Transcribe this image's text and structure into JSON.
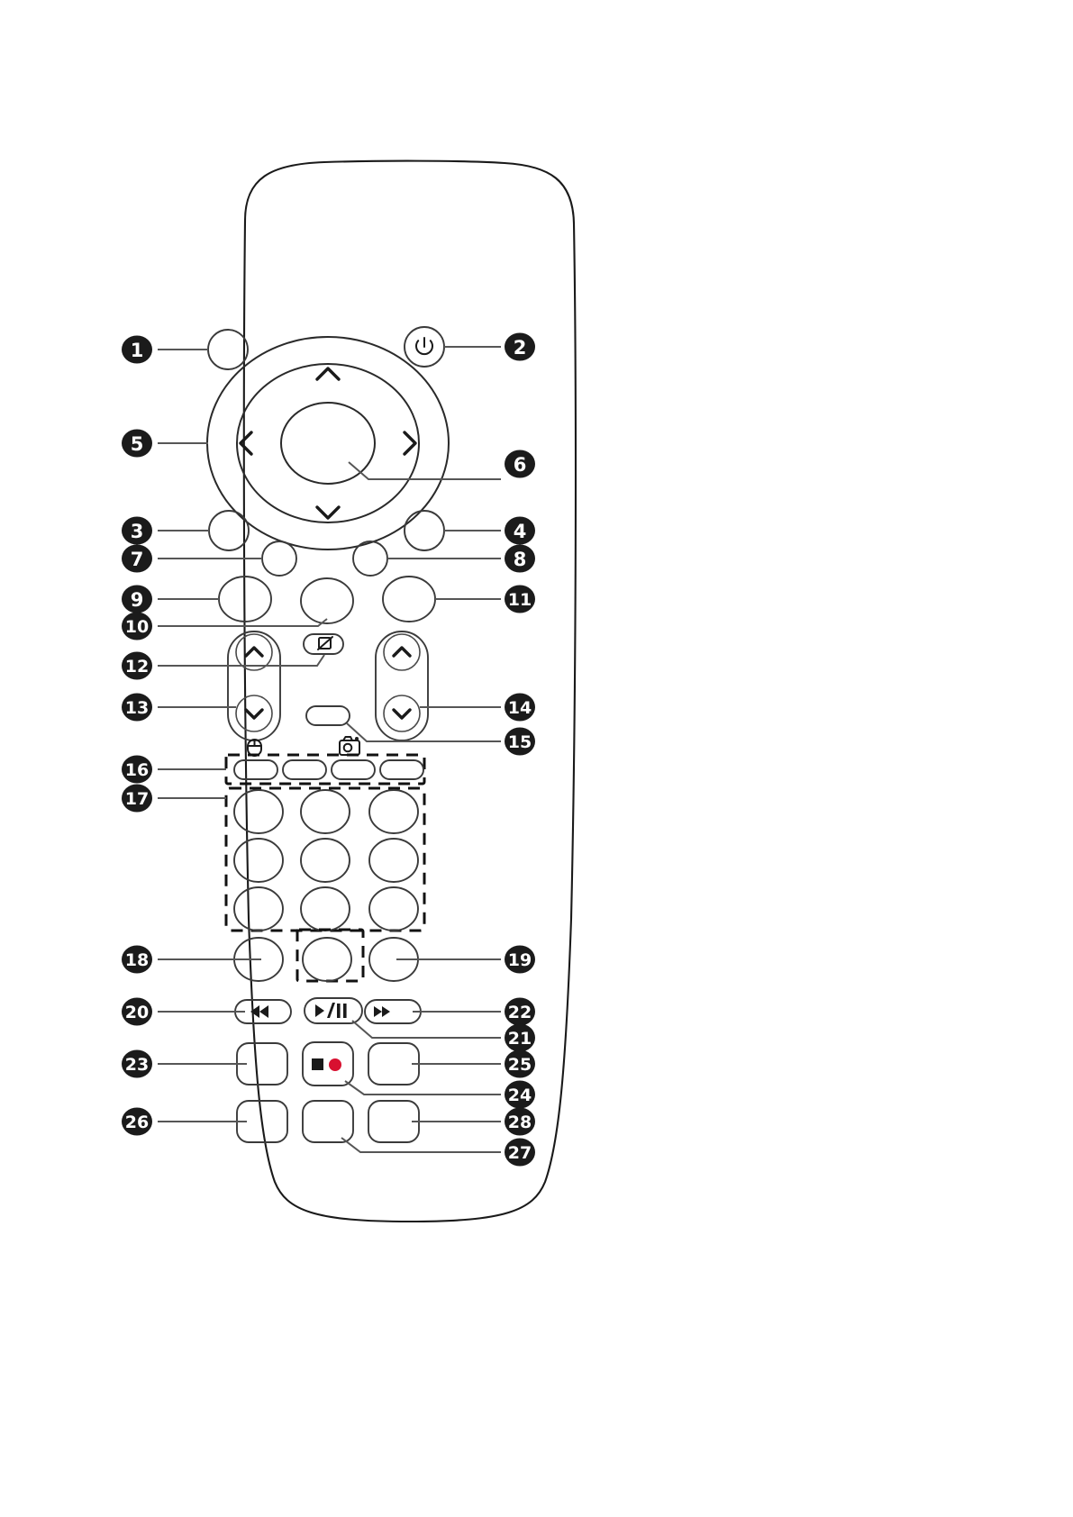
{
  "figure": {
    "title": "Remote control button reference diagram",
    "device": "remote-control",
    "callout_count": 28,
    "line_color": "#3a3a3a",
    "leader_color": "#565656",
    "bullet_color": "#1b1b1b",
    "record_color": "#d81030",
    "background": "#ffffff"
  },
  "callouts": [
    {
      "n": 1,
      "label": "1",
      "side": "left",
      "target": "top-left-round-button"
    },
    {
      "n": 2,
      "label": "2",
      "side": "right",
      "target": "power-button"
    },
    {
      "n": 3,
      "label": "3",
      "side": "left",
      "target": "lower-left-round-button"
    },
    {
      "n": 4,
      "label": "4",
      "side": "right",
      "target": "lower-right-round-button"
    },
    {
      "n": 5,
      "label": "5",
      "side": "left",
      "target": "navigation-ring"
    },
    {
      "n": 6,
      "label": "6",
      "side": "right",
      "target": "ok-center-button"
    },
    {
      "n": 7,
      "label": "7",
      "side": "left",
      "target": "small-round-button-left"
    },
    {
      "n": 8,
      "label": "8",
      "side": "right",
      "target": "small-round-button-right"
    },
    {
      "n": 9,
      "label": "9",
      "side": "left",
      "target": "large-round-button-left"
    },
    {
      "n": 10,
      "label": "10",
      "side": "left",
      "target": "large-round-button-center"
    },
    {
      "n": 11,
      "label": "11",
      "side": "right",
      "target": "large-round-button-right"
    },
    {
      "n": 12,
      "label": "12",
      "side": "left",
      "target": "mute-button"
    },
    {
      "n": 13,
      "label": "13",
      "side": "left",
      "target": "left-rocker-down"
    },
    {
      "n": 14,
      "label": "14",
      "side": "right",
      "target": "right-rocker"
    },
    {
      "n": 15,
      "label": "15",
      "side": "right",
      "target": "center-pill-button"
    },
    {
      "n": 16,
      "label": "16",
      "side": "left",
      "target": "color-button-row"
    },
    {
      "n": 17,
      "label": "17",
      "side": "left",
      "target": "numeric-keypad"
    },
    {
      "n": 18,
      "label": "18",
      "side": "left",
      "target": "keypad-bottom-left-button"
    },
    {
      "n": 19,
      "label": "19",
      "side": "right",
      "target": "keypad-bottom-right-button"
    },
    {
      "n": 20,
      "label": "20",
      "side": "left",
      "target": "rewind-button"
    },
    {
      "n": 21,
      "label": "21",
      "side": "right",
      "target": "play-pause-button"
    },
    {
      "n": 22,
      "label": "22",
      "side": "right",
      "target": "fast-forward-button"
    },
    {
      "n": 23,
      "label": "23",
      "side": "left",
      "target": "square-button-left-upper"
    },
    {
      "n": 24,
      "label": "24",
      "side": "right",
      "target": "stop-record-button"
    },
    {
      "n": 25,
      "label": "25",
      "side": "right",
      "target": "square-button-right-upper"
    },
    {
      "n": 26,
      "label": "26",
      "side": "left",
      "target": "square-button-left-lower"
    },
    {
      "n": 27,
      "label": "27",
      "side": "right",
      "target": "square-button-center-lower"
    },
    {
      "n": 28,
      "label": "28",
      "side": "right",
      "target": "square-button-right-lower"
    }
  ],
  "icons": {
    "power": "power-icon",
    "nav_up": "chevron-up-icon",
    "nav_down": "chevron-down-icon",
    "nav_left": "chevron-left-icon",
    "nav_right": "chevron-right-icon",
    "mute": "mute-speaker-icon",
    "mouse": "mouse-icon",
    "camera": "camera-icon",
    "rewind": "rewind-icon",
    "play_pause": "play-pause-icon",
    "fast_forward": "fast-forward-icon",
    "stop": "stop-icon",
    "record": "record-icon",
    "rocker_up": "chevron-up-icon",
    "rocker_down": "chevron-down-icon"
  },
  "groups": {
    "color_row_buttons": 4,
    "keypad_rows": 3,
    "keypad_columns": 3,
    "keypad_bottom_row_buttons": 3,
    "square_rows": 2,
    "square_columns": 3
  },
  "transport_labels": {
    "rewind": "◀◀",
    "play_pause": "▶/❙❙",
    "fast_forward": "▶▶"
  }
}
